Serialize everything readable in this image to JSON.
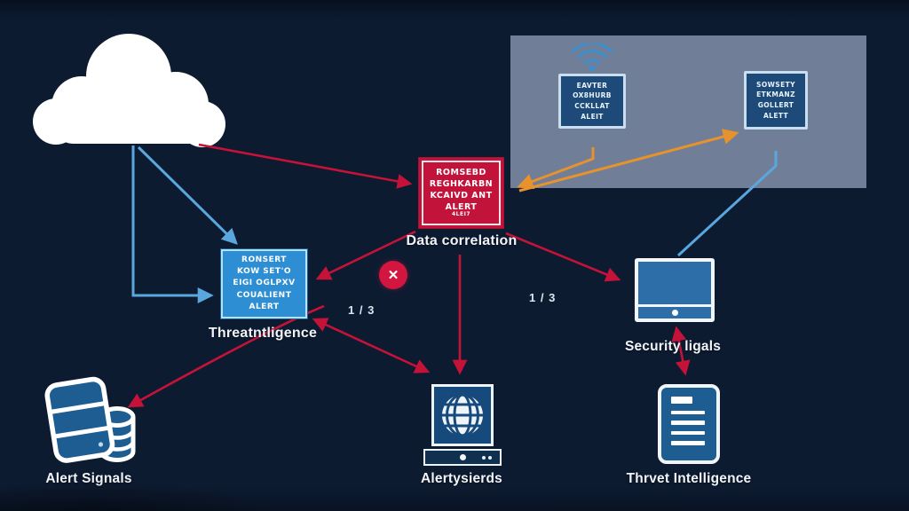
{
  "diagram_title": "",
  "colors": {
    "background": "#0d1b31",
    "panel": "#717e97",
    "alert_red": "#c2143a",
    "box_blue": "#2e8ed4",
    "arrow_red": "#c41238",
    "arrow_blue": "#5aa7e0",
    "arrow_orange": "#e8922e",
    "screen_blue": "#1d4a78",
    "icon_blue": "#1d5d92",
    "white": "#ffffff"
  },
  "correlation_box": {
    "lines": [
      "ROMSEBD",
      "REGHKARBN",
      "KCAIVD ANT",
      "ALERT"
    ],
    "sub": "4LEI7",
    "label": "Data correlation"
  },
  "intelligence_box": {
    "lines": [
      "RONSERT",
      "KOW SET'O",
      "EIGI OGLPXV",
      "COUALIENT",
      "ALERT"
    ],
    "label": "Threatntligence"
  },
  "panel_monitor_1": {
    "lines": [
      "EAVTER",
      "OX8HURB",
      "CCKLLAT",
      "ALEIT"
    ]
  },
  "panel_monitor_2": {
    "lines": [
      "SOWSETY",
      "ETKMANZ",
      "GOLLERT",
      "ALETT"
    ]
  },
  "security_monitor": {
    "label": "Security ligals"
  },
  "database": {
    "label": "Alert Signals"
  },
  "globe_terminal": {
    "label": "Alertysierds"
  },
  "document": {
    "label": "Thrvet Intelligence"
  },
  "fractions": {
    "left": "1 / 3",
    "right": "1 / 3"
  },
  "icons": {
    "x_mark": "✕"
  }
}
